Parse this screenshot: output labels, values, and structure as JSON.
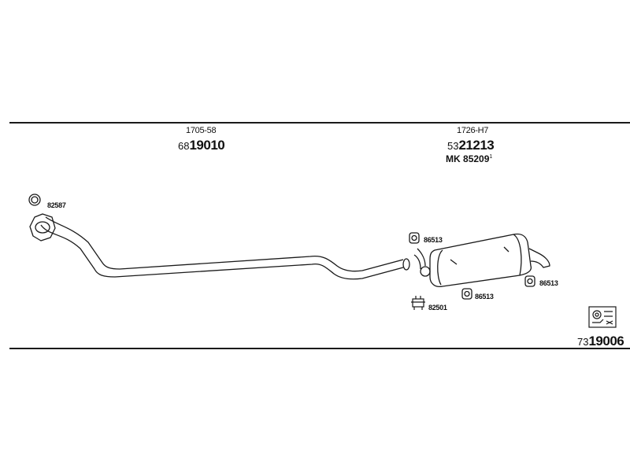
{
  "sections": [
    {
      "code": "1705-58",
      "part_prefix": "68",
      "part_number": "19010"
    },
    {
      "code": "1726-H7",
      "part_prefix": "53",
      "part_number": "21213",
      "mk_label": "MK",
      "mk_number": "85209",
      "mk_sup": "1"
    }
  ],
  "parts": {
    "ring_left": "82587",
    "clamp_top": "86513",
    "clamp_bottom": "86513",
    "clamp_right": "86513",
    "hanger": "82501"
  },
  "kit": {
    "prefix": "73",
    "number": "19006"
  },
  "colors": {
    "line": "#1a1a1a",
    "background": "#ffffff"
  }
}
